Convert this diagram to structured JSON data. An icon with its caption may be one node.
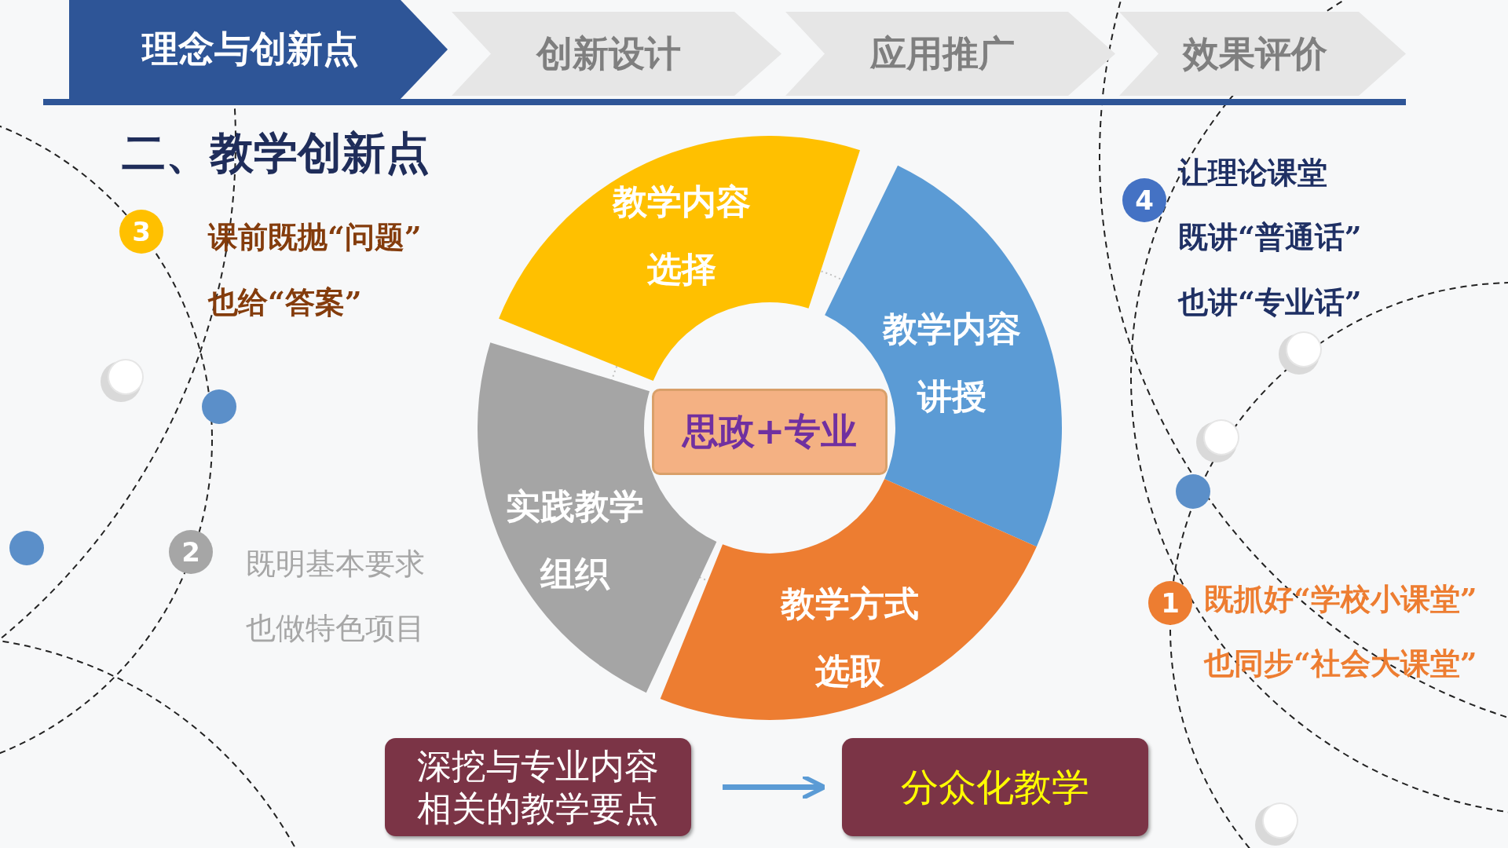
{
  "diagram": {
    "title": "二、教学创新点",
    "nodes": [
      {
        "text": [
          "理念与创新点"
        ]
      },
      {
        "text": [
          "创新设计"
        ]
      },
      {
        "text": [
          "应用推广"
        ]
      },
      {
        "text": [
          "效果评价"
        ]
      },
      {
        "text": [
          "教学内容选择"
        ]
      },
      {
        "text": [
          "教学内容讲授"
        ]
      },
      {
        "text": [
          "教学方式选取"
        ]
      },
      {
        "text": [
          "实践教学组织"
        ]
      },
      {
        "text": [
          "思政+专业"
        ]
      },
      {
        "text": [
          "深挖与专业内容相关的教学要点"
        ]
      },
      {
        "text": [
          "分众化教学"
        ]
      }
    ],
    "edges": [
      {
        "from": 9,
        "to": 10,
        "arrow": "to"
      }
    ],
    "labels": [
      "3",
      "课前既抛“问题”",
      "也给“答案”",
      "2",
      "既明基本要求",
      "也做特色项目",
      "4",
      "让理论课堂",
      "既讲“普通话”",
      "也讲“专业话”",
      "1",
      "既抓好“学校小课堂”",
      "也同步“社会大课堂”"
    ]
  }
}
